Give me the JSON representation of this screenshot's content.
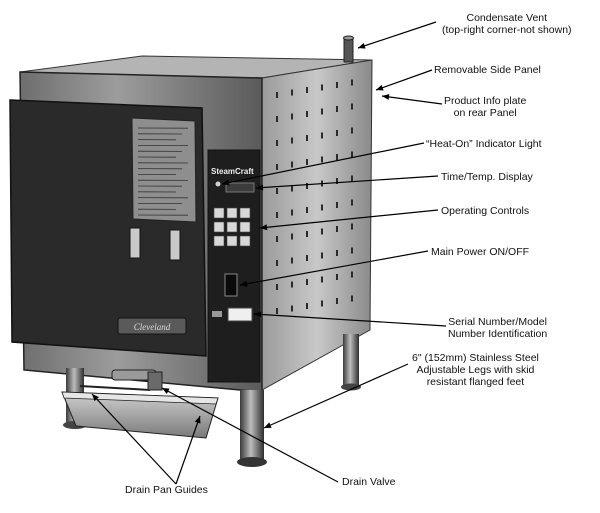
{
  "labels": {
    "condensate_vent": [
      "Condensate Vent",
      "(top-right corner-not shown)"
    ],
    "removable_side_panel": [
      "Removable Side Panel"
    ],
    "product_info_plate": [
      "Product Info plate",
      "on rear Panel"
    ],
    "heat_on_light": [
      "“Heat-On” Indicator Light"
    ],
    "time_temp_display": [
      "Time/Temp. Display"
    ],
    "operating_controls": [
      "Operating Controls"
    ],
    "main_power": [
      "Main Power ON/OFF"
    ],
    "serial_number": [
      "Serial Number/Model",
      "Number Identification"
    ],
    "legs": [
      "6\" (152mm) Stainless Steel",
      "Adjustable Legs with skid",
      "resistant flanged feet"
    ],
    "drain_valve": [
      "Drain Valve"
    ],
    "drain_pan_guides": [
      "Drain Pan Guides"
    ]
  },
  "machine": {
    "brand_panel": "SteamCraft",
    "door_badge": "Cleveland"
  }
}
